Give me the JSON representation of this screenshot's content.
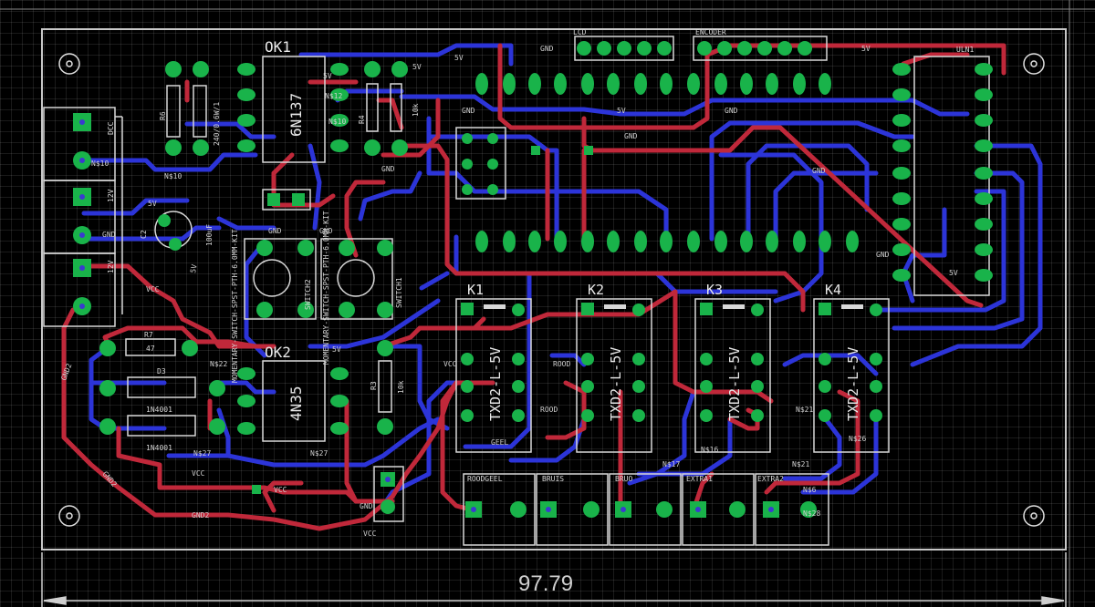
{
  "colors": {
    "top_trace": "#c0283a",
    "bottom_trace": "#2c34d8",
    "pad": "#19b34a",
    "silkscreen": "#d8d8d8",
    "outline": "#c8c8c8",
    "background": "#000000"
  },
  "dimension": {
    "width_label": "97.79"
  },
  "parts": {
    "ok1": "OK1",
    "ok1_value": "6N137",
    "ok2": "OK2",
    "ok2_value": "4N35",
    "uln": "ULN1",
    "lcd": "LCD",
    "encoder": "ENCODER",
    "r3": "R3",
    "r3_value": "10k",
    "r4": "R4",
    "r4_value": "10k",
    "r6": "R6",
    "r6_value": "240/0.6W/1",
    "r7": "R7",
    "r7_value": "47",
    "d3": "D3",
    "d_value_1": "1N4001",
    "d_value_2": "1N4001",
    "c2": "C2",
    "c2_value": "100uF",
    "k1": "K1",
    "k2": "K2",
    "k3": "K3",
    "k4": "K4",
    "relay_value": "TXD2-L-5V",
    "switch1": "SWITCH1",
    "switch2": "SWITCH2",
    "switch_text": "MOMENTARY-SWITCH-SPST-PTH-6.0MM-KIT",
    "con_roodgeel": "ROODGEEL",
    "con_bruis": "BRUIS",
    "con_bruo": "BRUO",
    "con_extra1": "EXTRA1",
    "con_extra2": "EXTRA2",
    "term_1": "DCC",
    "term_2": "12V",
    "term_3": "12V"
  },
  "nets": {
    "n5v": "5V",
    "gnd": "GND",
    "vcc": "VCC",
    "gnd2": "GND2",
    "n10": "N$10",
    "n12": "N$12",
    "n16": "N$16",
    "n17": "N$17",
    "n21": "N$21",
    "n22": "N$22",
    "n26": "N$26",
    "n27": "N$27",
    "n28": "N$28",
    "n6": "N$6",
    "rood": "ROOD",
    "geel": "GEEL"
  }
}
